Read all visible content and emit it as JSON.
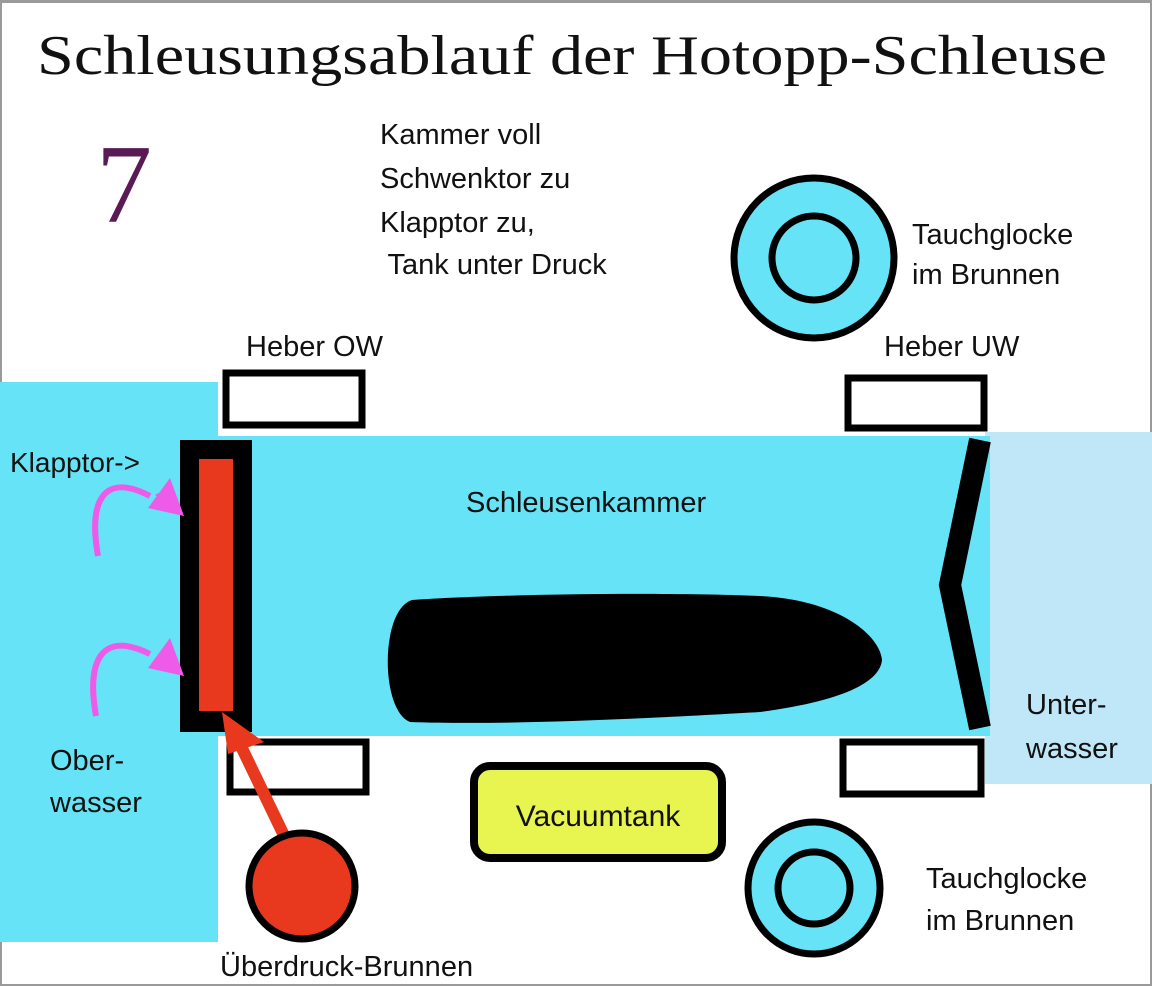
{
  "title": "Schleusungsablauf der Hotopp-Schleuse",
  "step_number": "7",
  "description_lines": [
    "Kammer voll",
    "Schwenktor zu",
    "Klapptor zu,",
    " Tank unter Druck"
  ],
  "labels": {
    "heber_ow": "Heber OW",
    "heber_uw": "Heber UW",
    "klapptor": "Klapptor->",
    "schleusenkammer": "Schleusenkammer",
    "oberwasser": [
      "Ober-",
      "wasser"
    ],
    "unterwasser": [
      "Unter-",
      "wasser"
    ],
    "vacuumtank": "Vacuumtank",
    "ueberdruck_brunnen": "Überdruck-Brunnen",
    "tauchglocke_top": [
      "Tauchglocke",
      "im Brunnen"
    ],
    "tauchglocke_bottom": [
      "Tauchglocke",
      "im Brunnen"
    ]
  },
  "colors": {
    "water": "#66e3f6",
    "lower_water": "#bfe7f8",
    "gate_red": "#e8391f",
    "tank_yellow": "#e8f550",
    "arrow_magenta": "#ee5be8",
    "title_purple": "#5a1a55"
  }
}
